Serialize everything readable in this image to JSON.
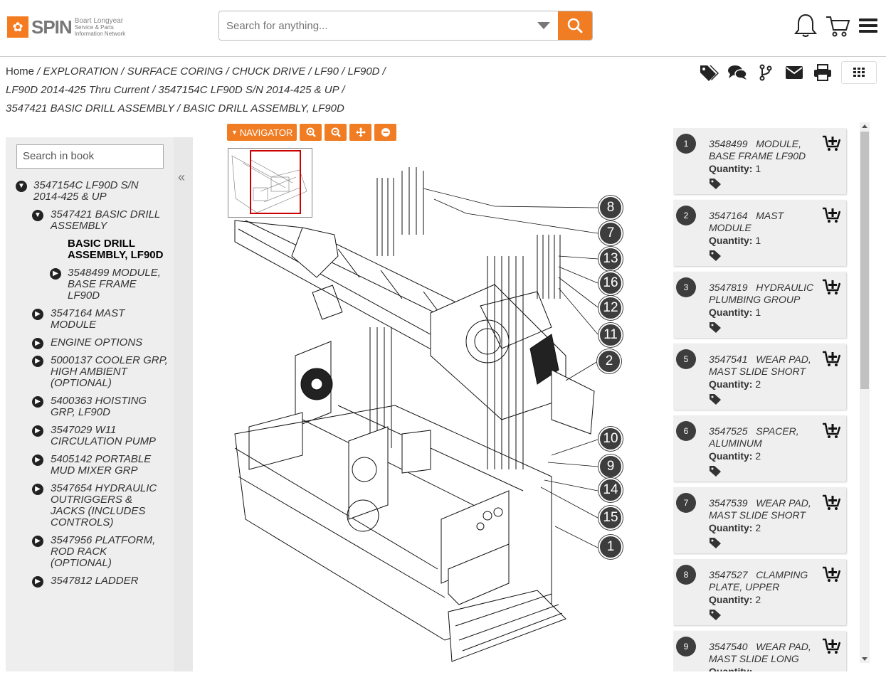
{
  "header": {
    "logo_word": "SPIN",
    "logo_brand": "Boart Longyear",
    "logo_sub1": "Service & Parts",
    "logo_sub2": "Information Network",
    "search_placeholder": "Search for anything..."
  },
  "breadcrumb": {
    "items": [
      "Home",
      "EXPLORATION",
      "SURFACE CORING",
      "CHUCK DRIVE",
      "LF90",
      "LF90D",
      "LF90D 2014-425 Thru Current",
      "3547154C LF90D S/N 2014-425 & UP",
      "3547421 BASIC DRILL ASSEMBLY"
    ],
    "current": "BASIC DRILL ASSEMBLY, LF90D"
  },
  "sidebar": {
    "search_placeholder": "Search in book",
    "tree": [
      {
        "label": "3547154C LF90D S/N 2014-425 & UP",
        "level": 0,
        "state": "expanded"
      },
      {
        "label": "3547421 BASIC DRILL ASSEMBLY",
        "level": 1,
        "state": "expanded"
      },
      {
        "label": "BASIC DRILL ASSEMBLY, LF90D",
        "level": 2,
        "state": "current"
      },
      {
        "label": "3548499 MODULE, BASE FRAME LF90D",
        "level": 2,
        "state": "collapsed"
      },
      {
        "label": "3547164 MAST MODULE",
        "level": 1,
        "state": "collapsed"
      },
      {
        "label": "ENGINE OPTIONS",
        "level": 1,
        "state": "collapsed"
      },
      {
        "label": "5000137 COOLER GRP, HIGH AMBIENT (OPTIONAL)",
        "level": 1,
        "state": "collapsed"
      },
      {
        "label": "5400363 HOISTING GRP, LF90D",
        "level": 1,
        "state": "collapsed"
      },
      {
        "label": "3547029 W11 CIRCULATION PUMP",
        "level": 1,
        "state": "collapsed"
      },
      {
        "label": "5405142 PORTABLE MUD MIXER GRP",
        "level": 1,
        "state": "collapsed"
      },
      {
        "label": "3547654 HYDRAULIC OUTRIGGERS & JACKS (INCLUDES CONTROLS)",
        "level": 1,
        "state": "collapsed"
      },
      {
        "label": "3547956 PLATFORM, ROD RACK (OPTIONAL)",
        "level": 1,
        "state": "collapsed"
      },
      {
        "label": "3547812 LADDER",
        "level": 1,
        "state": "collapsed"
      }
    ]
  },
  "viewer": {
    "navigator_label": "NAVIGATOR",
    "callouts": [
      "8",
      "7",
      "13",
      "16",
      "12",
      "11",
      "2",
      "10",
      "9",
      "14",
      "15",
      "1"
    ]
  },
  "parts": [
    {
      "num": "1",
      "part_no": "3548499",
      "name": "MODULE, BASE FRAME LF90D",
      "qty_label": "Quantity:",
      "qty": "1"
    },
    {
      "num": "2",
      "part_no": "3547164",
      "name": "MAST MODULE",
      "qty_label": "Quantity:",
      "qty": "1"
    },
    {
      "num": "3",
      "part_no": "3547819",
      "name": "HYDRAULIC PLUMBING GROUP",
      "qty_label": "Quantity:",
      "qty": "1"
    },
    {
      "num": "5",
      "part_no": "3547541",
      "name": "WEAR PAD, MAST SLIDE SHORT",
      "qty_label": "Quantity:",
      "qty": "2"
    },
    {
      "num": "6",
      "part_no": "3547525",
      "name": "SPACER, ALUMINUM",
      "qty_label": "Quantity:",
      "qty": "2"
    },
    {
      "num": "7",
      "part_no": "3547539",
      "name": "WEAR PAD, MAST SLIDE SHORT",
      "qty_label": "Quantity:",
      "qty": "2"
    },
    {
      "num": "8",
      "part_no": "3547527",
      "name": "CLAMPING PLATE, UPPER",
      "qty_label": "Quantity:",
      "qty": "2"
    },
    {
      "num": "9",
      "part_no": "3547540",
      "name": "WEAR PAD, MAST SLIDE LONG",
      "qty_label": "Quantity:",
      "qty": ""
    }
  ],
  "colors": {
    "accent": "#f07d24",
    "bubble": "#3d3d3d",
    "card": "#efefef"
  },
  "icons": [
    "bell-icon",
    "cart-icon",
    "menu-icon",
    "tags-icon",
    "comments-icon",
    "branch-icon",
    "email-icon",
    "print-icon",
    "grid-icon",
    "add-to-cart-icon",
    "tag-icon"
  ]
}
